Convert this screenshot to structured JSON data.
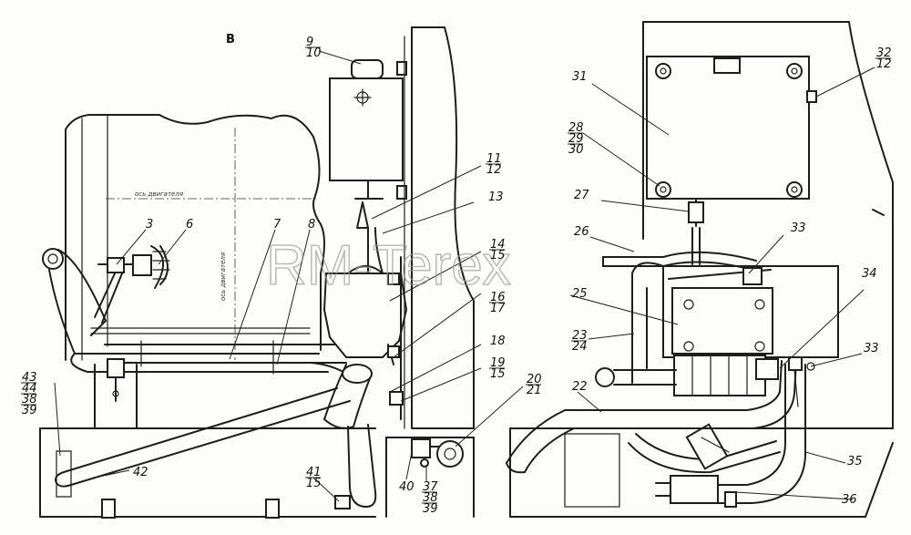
{
  "view_label": "B",
  "watermark": "RM-Terex",
  "axis_notes": [
    "ось двигателя",
    "ось двигателя"
  ],
  "callouts": [
    {
      "id": "c3",
      "lines": [
        "3"
      ]
    },
    {
      "id": "c6",
      "lines": [
        "6"
      ]
    },
    {
      "id": "c7",
      "lines": [
        "7"
      ]
    },
    {
      "id": "c8",
      "lines": [
        "8"
      ]
    },
    {
      "id": "c9",
      "lines": [
        "9",
        "10"
      ]
    },
    {
      "id": "c11",
      "lines": [
        "11",
        "12"
      ]
    },
    {
      "id": "c13",
      "lines": [
        "13"
      ]
    },
    {
      "id": "c14",
      "lines": [
        "14",
        "15"
      ]
    },
    {
      "id": "c16",
      "lines": [
        "16",
        "17"
      ]
    },
    {
      "id": "c18",
      "lines": [
        "18"
      ]
    },
    {
      "id": "c19",
      "lines": [
        "19",
        "15"
      ]
    },
    {
      "id": "c20",
      "lines": [
        "20",
        "21"
      ]
    },
    {
      "id": "c22",
      "lines": [
        "22"
      ]
    },
    {
      "id": "c23",
      "lines": [
        "23",
        "24"
      ]
    },
    {
      "id": "c25",
      "lines": [
        "25"
      ]
    },
    {
      "id": "c26",
      "lines": [
        "26"
      ]
    },
    {
      "id": "c27",
      "lines": [
        "27"
      ]
    },
    {
      "id": "c28",
      "lines": [
        "28",
        "29",
        "30"
      ]
    },
    {
      "id": "c31",
      "lines": [
        "31"
      ]
    },
    {
      "id": "c32",
      "lines": [
        "32",
        "12"
      ]
    },
    {
      "id": "c33a",
      "lines": [
        "33"
      ]
    },
    {
      "id": "c33b",
      "lines": [
        "33"
      ]
    },
    {
      "id": "c34",
      "lines": [
        "34"
      ]
    },
    {
      "id": "c35",
      "lines": [
        "35"
      ]
    },
    {
      "id": "c36",
      "lines": [
        "36"
      ]
    },
    {
      "id": "c37",
      "lines": [
        "37",
        "38",
        "39"
      ]
    },
    {
      "id": "c40",
      "lines": [
        "40"
      ]
    },
    {
      "id": "c41",
      "lines": [
        "41",
        "15"
      ]
    },
    {
      "id": "c42",
      "lines": [
        "42"
      ]
    },
    {
      "id": "c43",
      "lines": [
        "43",
        "44",
        "38",
        "39"
      ]
    }
  ]
}
